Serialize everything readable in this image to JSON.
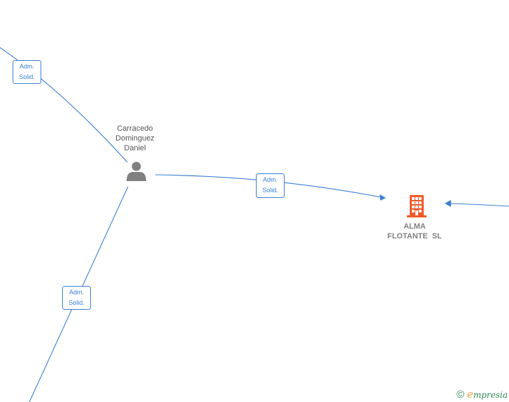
{
  "nodes": {
    "person": {
      "name_lines": [
        "Carracedo",
        "Dominguez",
        "Daniel"
      ],
      "icon": "person-icon",
      "color": "#808080"
    },
    "company": {
      "name_lines": [
        "ALMA",
        "FLOTANTE  SL"
      ],
      "icon": "building-icon",
      "color": "#f05a28"
    }
  },
  "edges": [
    {
      "name": "edge-top-left",
      "label_lines": [
        "Adm.",
        "Solid."
      ]
    },
    {
      "name": "edge-person-company",
      "label_lines": [
        "Adm.",
        "Solid."
      ]
    },
    {
      "name": "edge-bottom-left",
      "label_lines": [
        "Adm.",
        "Solid."
      ]
    }
  ],
  "footer": {
    "copyright_symbol": "©",
    "brand_initial": "e",
    "brand_rest": "mpresia"
  },
  "colors": {
    "edge": "#3b7fd4",
    "label_text": "#555555"
  }
}
